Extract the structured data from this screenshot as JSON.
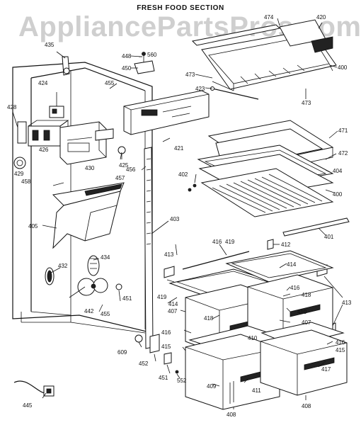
{
  "section_title": "FRESH FOOD SECTION",
  "watermark": "AppliancePartsPros.com",
  "callouts": {
    "c435": "435",
    "c448": "448",
    "c560": "560",
    "c450": "450",
    "c474": "474",
    "c420": "420",
    "c400a": "400",
    "c473a": "473",
    "c473b": "473",
    "c423": "423",
    "c424": "424",
    "c455a": "455",
    "c428": "428",
    "c426": "426",
    "c430": "430",
    "c429": "429",
    "c425": "425",
    "c421": "421",
    "c456": "456",
    "c458": "458",
    "c457": "457",
    "c471": "471",
    "c472": "472",
    "c402": "402",
    "c404": "404",
    "c400b": "400",
    "c405": "405",
    "c403": "403",
    "c401": "401",
    "c416a": "416",
    "c419a": "419",
    "c412": "412",
    "c413a": "413",
    "c434": "434",
    "c432": "432",
    "c414a": "414",
    "c419b": "419",
    "c414b": "414",
    "c416b": "416",
    "c418a": "418",
    "c413b": "413",
    "c442": "442",
    "c451a": "451",
    "c455b": "455",
    "c407a": "407",
    "c418b": "418",
    "c410a": "410",
    "c410b": "410",
    "c407b": "407",
    "c416c": "416",
    "c415a": "415",
    "c416d": "416",
    "c415b": "415",
    "c609": "609",
    "c452": "452",
    "c451b": "451",
    "c552": "552",
    "c409": "409",
    "c411": "411",
    "c417": "417",
    "c445": "445",
    "c408a": "408",
    "c408b": "408"
  }
}
